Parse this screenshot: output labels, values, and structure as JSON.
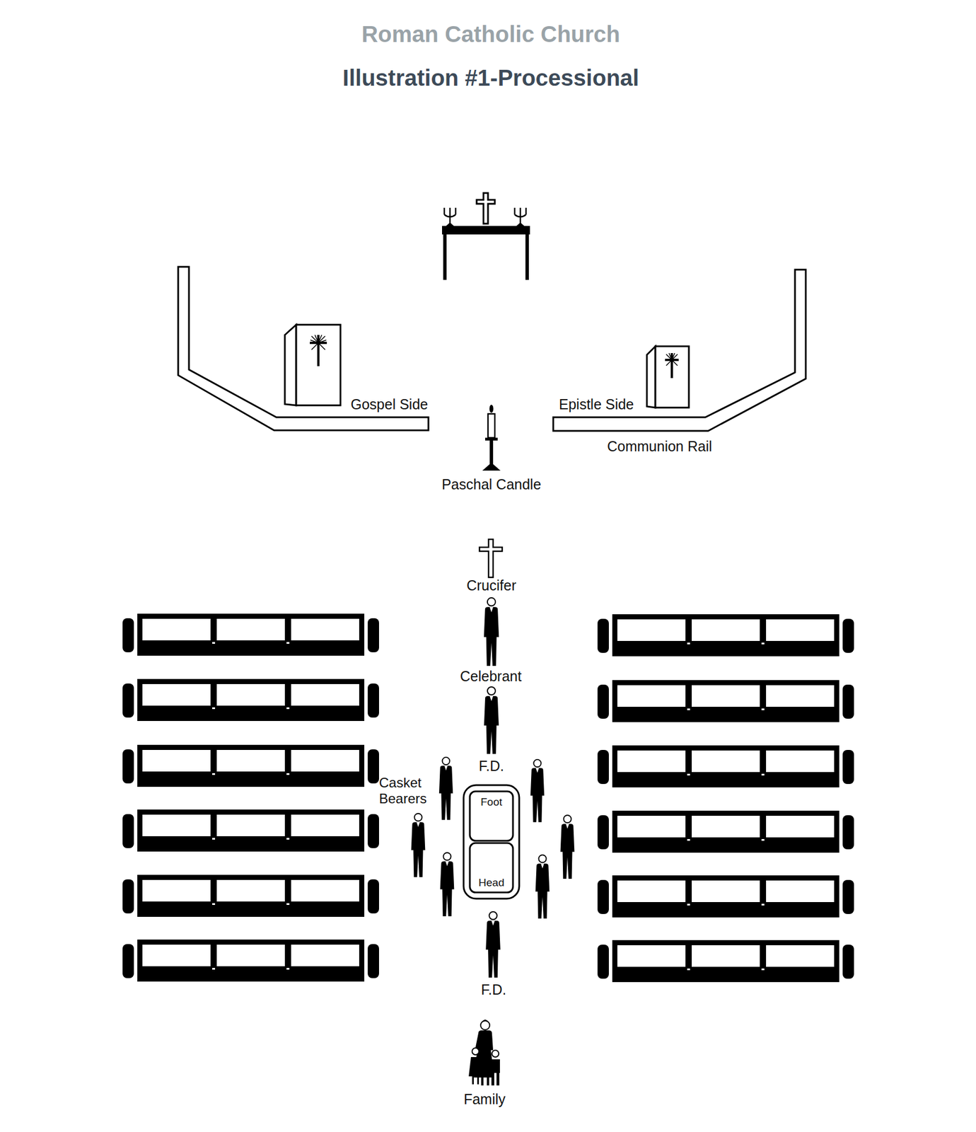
{
  "diagram": {
    "title": "Roman Catholic Church",
    "nodes": [
      {
        "text": [
          "Foot",
          "Head"
        ]
      }
    ],
    "labels": [
      "Illustration #1-Processional",
      "Gospel Side",
      "Epistle Side",
      "Communion Rail",
      "Paschal Candle",
      "Crucifer",
      "Celebrant",
      "F.D.",
      "Casket Bearers",
      "F.D.",
      "Family"
    ]
  }
}
